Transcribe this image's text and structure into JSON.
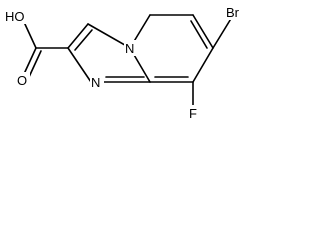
{
  "molecule": {
    "atoms": {
      "br": "Br",
      "f": "F",
      "n_ring": "N",
      "n_bridge": "N",
      "ho": "HO",
      "o": "O"
    },
    "colors": {
      "bond": "#000000",
      "text": "#000000",
      "background": "#ffffff"
    }
  }
}
